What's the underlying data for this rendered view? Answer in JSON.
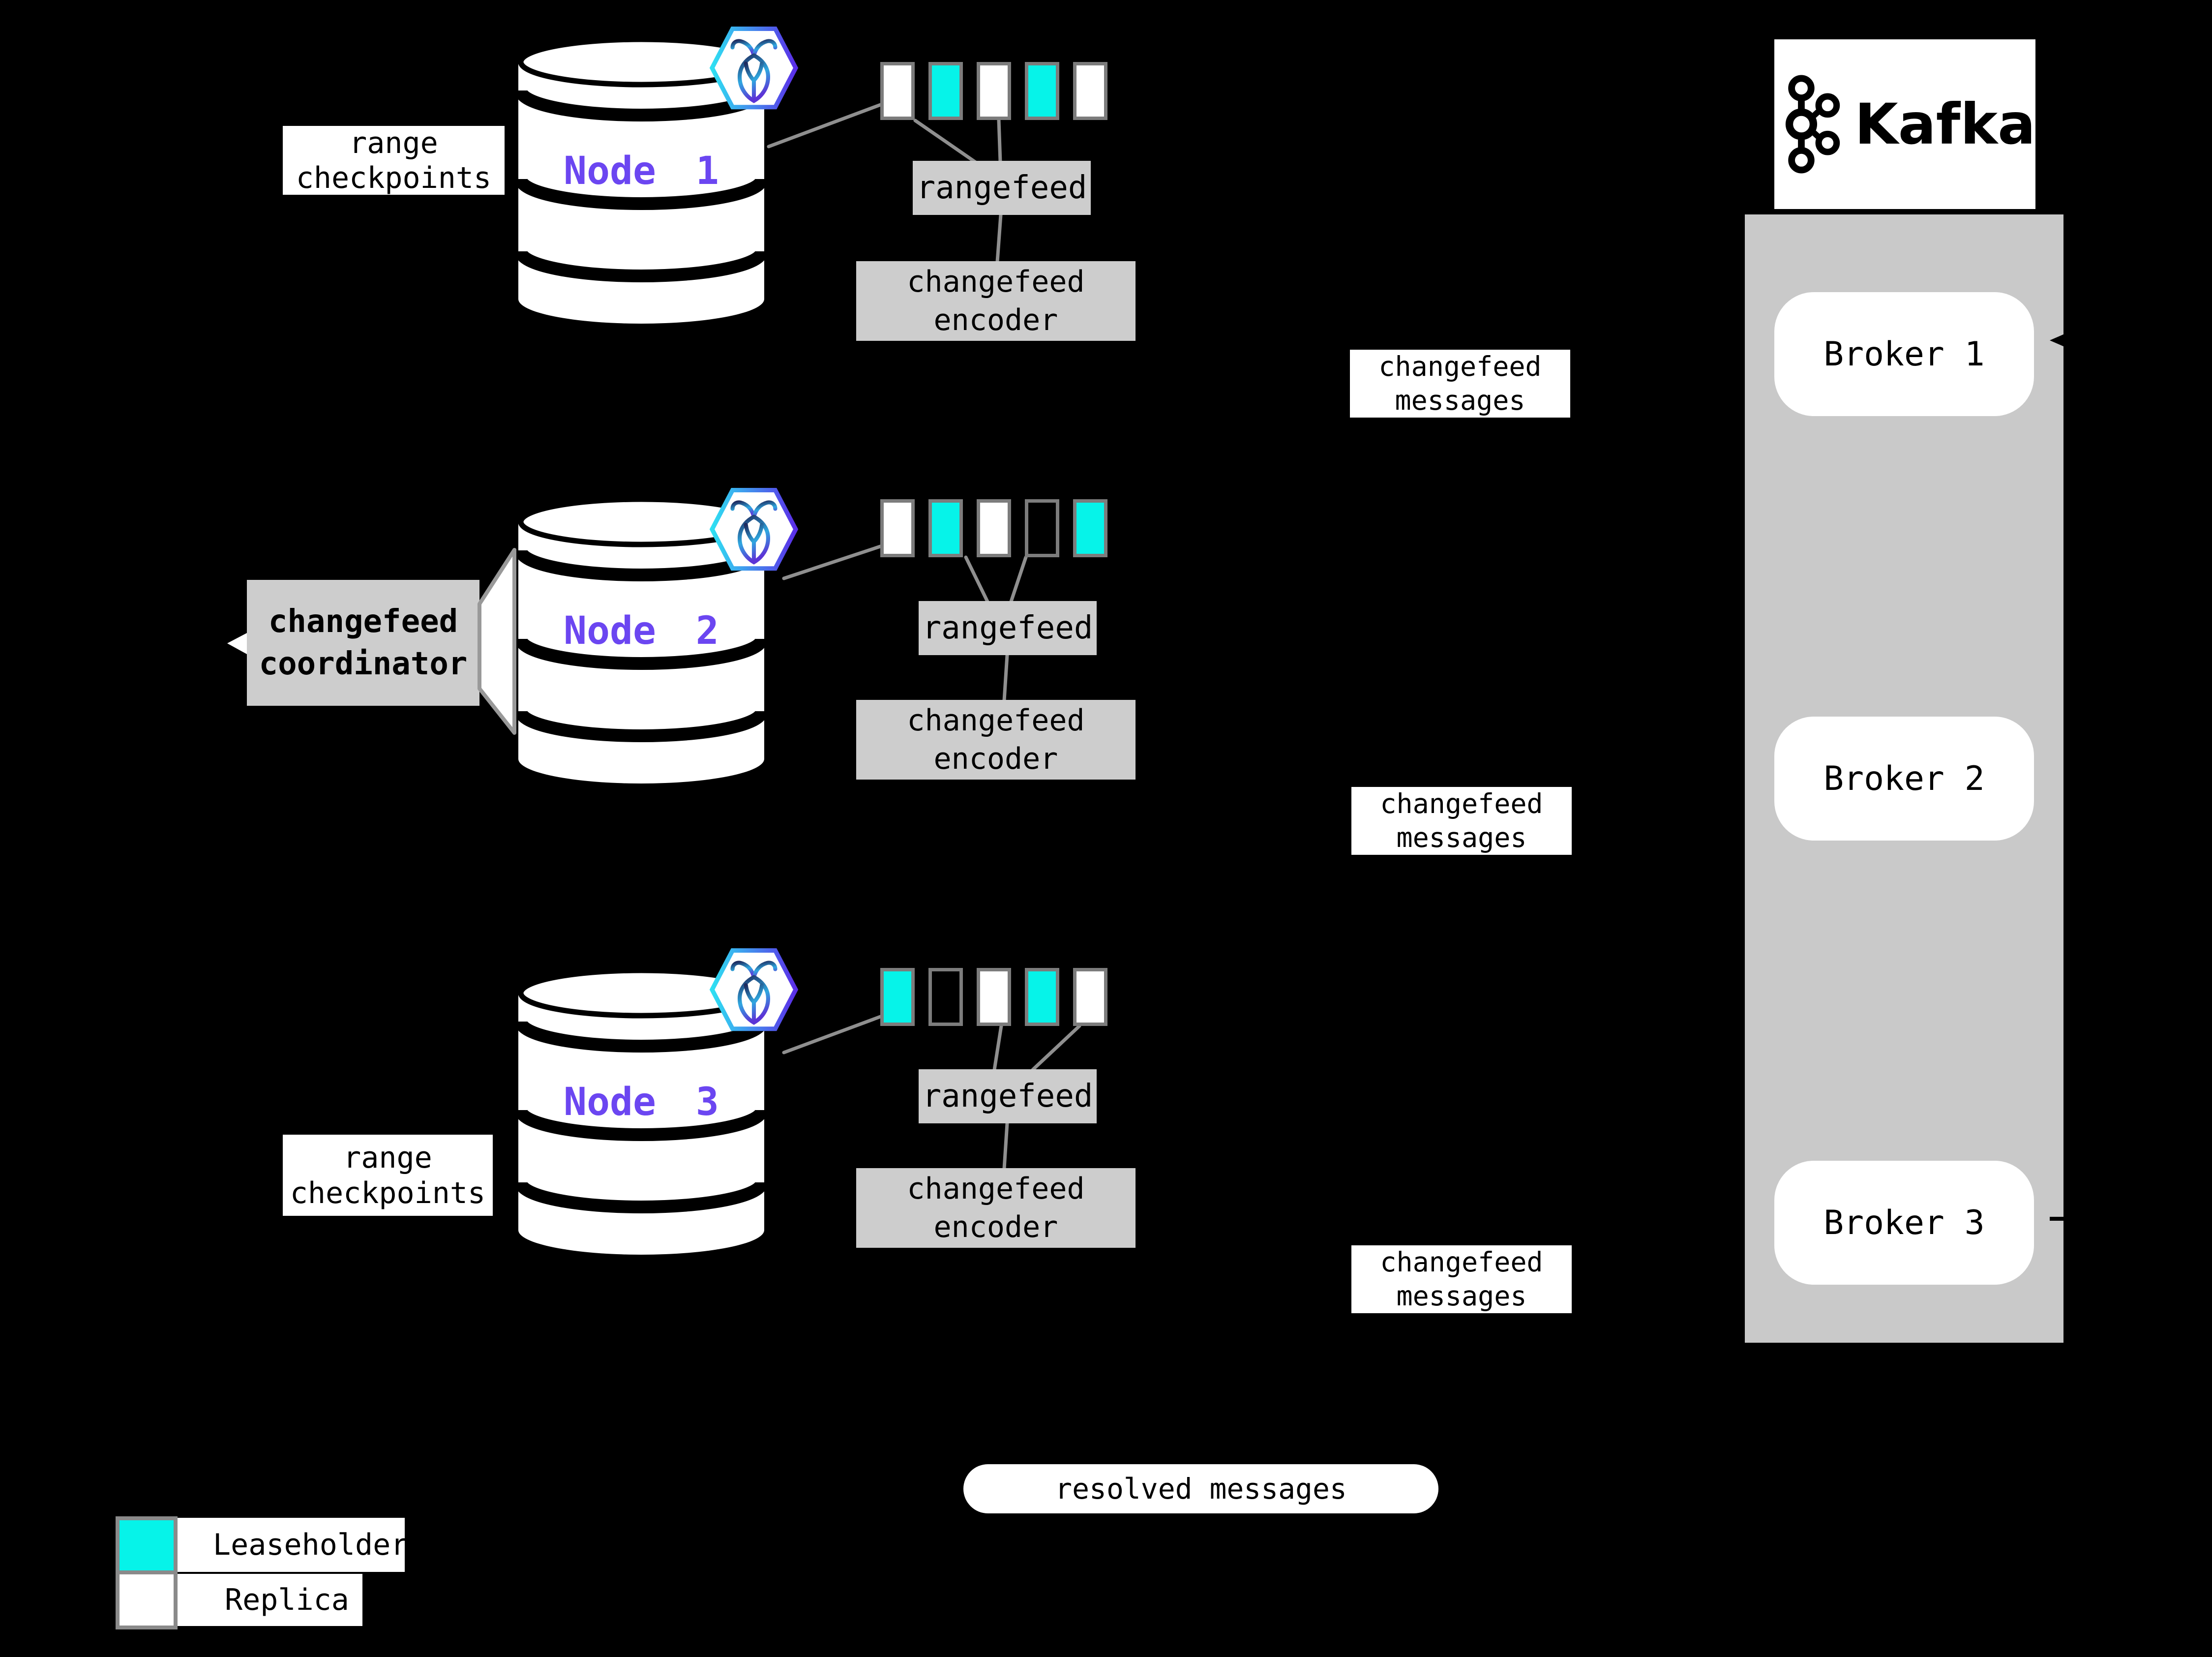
{
  "colors": {
    "background": "#000000",
    "leaseholder_cyan": "#06f3e9",
    "replica_white": "#ffffff",
    "box_gray": "#cdcdcd",
    "kafka_container_gray": "#c9c9c9",
    "node_label_purple": "#6b46f1",
    "connector_gray": "#8f8f8f"
  },
  "nodes": [
    {
      "label": "Node 1",
      "rangefeed": "rangefeed",
      "encoder": "changefeed\nencoder",
      "ranges": [
        "replica",
        "leaseholder",
        "replica",
        "leaseholder",
        "replica"
      ]
    },
    {
      "label": "Node 2",
      "rangefeed": "rangefeed",
      "encoder": "changefeed\nencoder",
      "ranges": [
        "replica",
        "leaseholder",
        "replica",
        "empty",
        "leaseholder"
      ]
    },
    {
      "label": "Node 3",
      "rangefeed": "rangefeed",
      "encoder": "changefeed\nencoder",
      "ranges": [
        "leaseholder",
        "empty",
        "replica",
        "leaseholder",
        "replica"
      ]
    }
  ],
  "labels": {
    "range_checkpoints": "range\ncheckpoints",
    "changefeed_coordinator": "changefeed\ncoordinator",
    "changefeed_messages": "changefeed\nmessages",
    "resolved_messages": "resolved messages"
  },
  "kafka": {
    "title": "Kafka",
    "brokers": [
      "Broker 1",
      "Broker 2",
      "Broker 3"
    ]
  },
  "legend": {
    "items": [
      {
        "label": "Leaseholder",
        "type": "leaseholder"
      },
      {
        "label": "Replica",
        "type": "replica"
      }
    ]
  }
}
